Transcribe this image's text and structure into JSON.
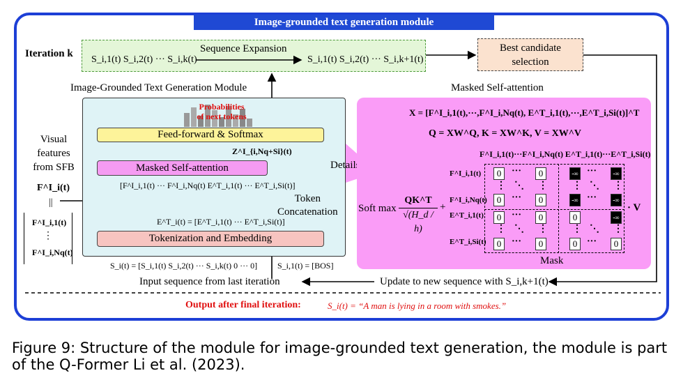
{
  "banner": {
    "title": "Image-grounded text generation module"
  },
  "iteration": {
    "label": "Iteration k",
    "seq_before": "S_i,1(t) S_i,2(t) ··· S_i,k(t)",
    "expansion_label": "Sequence Expansion",
    "seq_after": "S_i,1(t) S_i,2(t) ··· S_i,k+1(t)",
    "best_candidate": [
      "Best candidate",
      "selection"
    ]
  },
  "module": {
    "title": "Image-Grounded Text Generation Module",
    "probabilities": [
      "Probabilities",
      "of next tokens"
    ],
    "feedforward": "Feed-forward & Softmax",
    "z_label": "Z^I_{i,Nq+Si}(t)",
    "masked_attention": "Masked Self-attention",
    "details_label": "Details",
    "concat_vector": "[F^I_i,1(t) ··· F^I_i,Nq(t) E^T_i,1(t) ··· E^T_i,Si(t)]",
    "token_concat": [
      "Token",
      "Concatenation"
    ],
    "embed_eq": "E^T_i(t) = [E^T_i,1(t) ··· E^T_i,Si(t)]",
    "tokenization": "Tokenization and Embedding",
    "input_seq_eq": "S_i(t) = [S_i,1(t) S_i,2(t) ··· S_i,k(t) 0 ··· 0]",
    "bos_eq": "S_i,1(t) = [BOS]",
    "input_label": "Input sequence from last iteration",
    "update_label": "Update to new sequence with S_i,k+1(t)"
  },
  "visual": {
    "label": [
      "Visual",
      "features",
      "from SFB"
    ],
    "fi": "F^I_i(t)",
    "equiv": "||",
    "f1": "F^I_i,1(t)",
    "vdots": "⋮",
    "fnq": "F^I_i,Nq(t)"
  },
  "attention": {
    "title": "Masked Self-attention",
    "eq_x": "X = [F^I_i,1(t),···,F^I_i,Nq(t), E^T_i,1(t),···,E^T_i,Si(t)]^T",
    "eq_qkv": "Q = XW^Q, K = XW^K, V = XW^V",
    "col_header": "F^I_i,1(t)···F^I_i,Nq(t) E^T_i,1(t)···E^T_i,Si(t)",
    "row_labels": [
      "F^I_i,1(t)",
      "F^I_i,Nq(t)",
      "E^T_i,1(t)",
      "E^T_i,Si(t)"
    ],
    "softmax_label": "Soft max",
    "qk_fraction": {
      "num": "QK^T",
      "den": "√(H_d / h)"
    },
    "plus": "+",
    "dot_v": "· V",
    "mask_label": "Mask",
    "zero": "0",
    "neg_inf": "-∞"
  },
  "output": {
    "label": "Output after final iteration:",
    "value": "S_i(t) = “A man is lying in a room with smokes.”"
  },
  "caption": "Figure 9: Structure of the module for image-grounded text generation, the module is part of the Q-Former Li et al. (2023).",
  "colors": {
    "outer_border": "#1d3fd6",
    "banner": "#1f49d4",
    "iteration_box": "#e4f6d8",
    "best_box": "#fbe2cf",
    "module_box": "#dff3f6",
    "feedforward": "#fdf39a",
    "masked_attention": "#f59bf2",
    "tokenization": "#f7c4c0",
    "attention_panel": "#fa9cf7",
    "output_text": "#e01010"
  }
}
